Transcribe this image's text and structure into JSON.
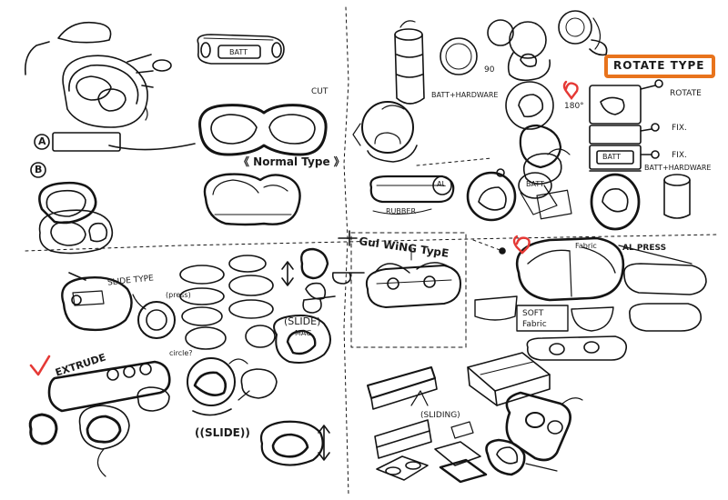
{
  "labels": {
    "normal_type": "《 Normal Type 》",
    "gullwing_type": "Gul WiNG TypE",
    "rotate_type": "ROTATE TYPE",
    "slide_type": "SLIDE TYPE",
    "press": "(press)",
    "extrude": "EXTRUDE",
    "slide_big": "((SLIDE))",
    "slide_paren": "(SLIDE)",
    "sliding": "(SLIDING)",
    "rubber": "RUBBER",
    "batt_hardware": "BATT+HARDWARE",
    "batt_hardware_2": "BATT+HARDWARE",
    "batt_1": "BATT",
    "batt_2": "BATT",
    "batt_3": "BATT",
    "rotate_note": "ROTATE",
    "fix_1": "FIX.",
    "fix_2": "FIX.",
    "al_note": "AL",
    "al_press": "AL PRESS",
    "soft": "SOFT",
    "fabric": "Fabric",
    "cut": "CUT",
    "a_mark": "A",
    "b_mark": "B",
    "num_90": "90",
    "num_180": "180°",
    "circle": "circle?",
    "mag": "MAG",
    "fabric_2": "Fabric"
  },
  "colors": {
    "ink": "#141414",
    "accent": "#e8731c",
    "heart": "#e53935",
    "check": "#e53935"
  }
}
